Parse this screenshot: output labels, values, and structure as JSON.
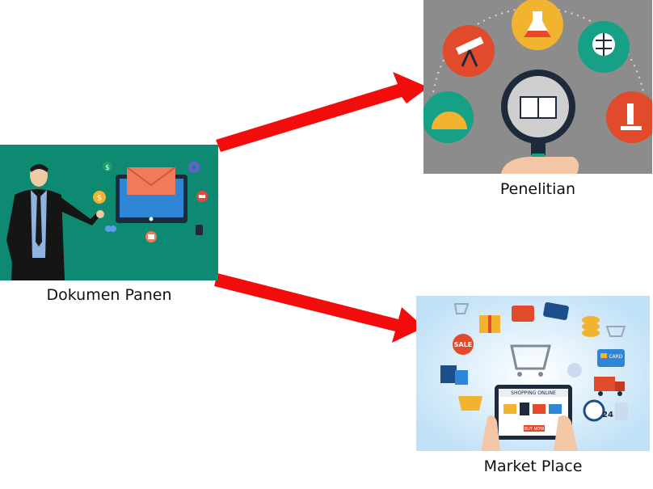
{
  "nodes": {
    "source": {
      "label": "Dokumen Panen"
    },
    "research": {
      "label": "Penelitian"
    },
    "market": {
      "label": "Market Place"
    }
  },
  "edges": [
    {
      "from": "source",
      "to": "research"
    },
    {
      "from": "source",
      "to": "market"
    }
  ],
  "colors": {
    "arrow": "#f20c0c",
    "source_bg": "#0e8a72",
    "research_bg": "#8c8c8c",
    "market_bg": "#dcefff"
  },
  "icons": {
    "source_image": "presenter-with-monitor-illustration",
    "research_image": "research-science-icons-illustration",
    "market_image": "online-shopping-illustration"
  },
  "market_image_text": {
    "shop_header": "SHOPPING ONLINE",
    "buy_now": "BUY NOW",
    "sale": "SALE",
    "card": "CARD",
    "hours": "24"
  }
}
